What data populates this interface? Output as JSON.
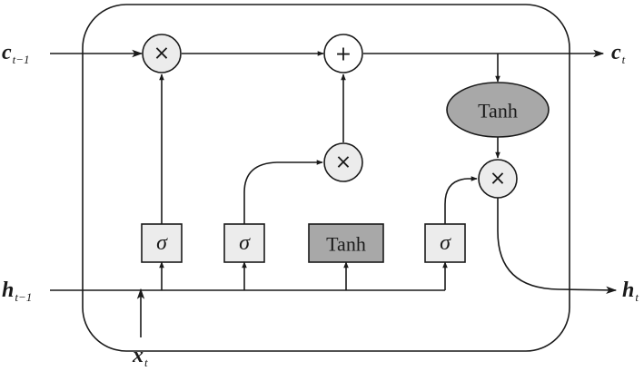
{
  "inputs": {
    "c_prev": {
      "main": "c",
      "sub": "t−1"
    },
    "h_prev": {
      "main": "h",
      "sub": "t−1"
    },
    "x": {
      "main": "x",
      "sub": "t"
    }
  },
  "outputs": {
    "c_out": {
      "main": "c",
      "sub": "t"
    },
    "h_out": {
      "main": "h",
      "sub": "t"
    }
  },
  "operators": {
    "forget_multiply": "×",
    "cell_add": "+",
    "input_multiply": "×",
    "output_multiply": "×"
  },
  "gates": {
    "forget": "σ",
    "input": "σ",
    "candidate": "Tanh",
    "output": "σ"
  },
  "cell_activation": "Tanh",
  "colors": {
    "line": "#1a1a1a",
    "operator_fill": "#ececec",
    "gate_fill": "#ececec",
    "tanh_fill": "#a8a8a8"
  }
}
